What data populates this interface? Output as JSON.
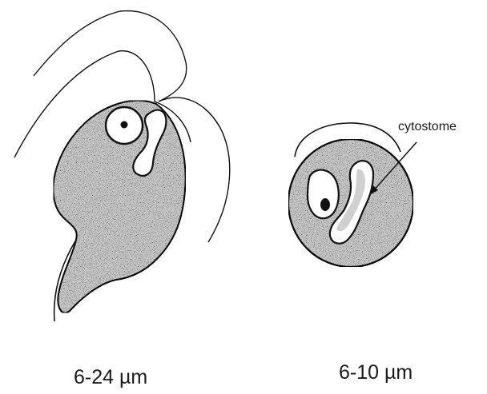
{
  "labels": {
    "trophozoite_size": "6-24 µm",
    "cyst_size": "6-10 µm",
    "cytostome": "cytostome"
  },
  "colors": {
    "outline": "#111111",
    "stipple_fill": "#c8c8c8",
    "background": "#ffffff"
  }
}
